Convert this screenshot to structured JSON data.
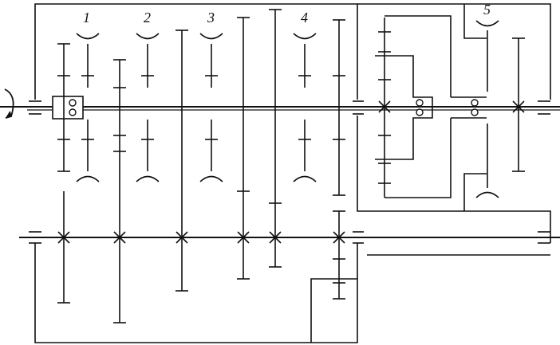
{
  "diagram": {
    "type": "gearbox-kinematic-scheme",
    "labels": {
      "brake_1": "1",
      "brake_2": "2",
      "brake_3": "3",
      "brake_4": "4",
      "brake_5": "5"
    },
    "components": {
      "input_rotation_arrow": "curved-arrow",
      "main_shaft": "input-shaft",
      "counter_shaft": "countershaft",
      "planetary_unit": "planetary-gear-set",
      "housing": "gearbox-housing"
    },
    "colors": {
      "ink": "#111111",
      "paper": "#ffffff"
    }
  }
}
